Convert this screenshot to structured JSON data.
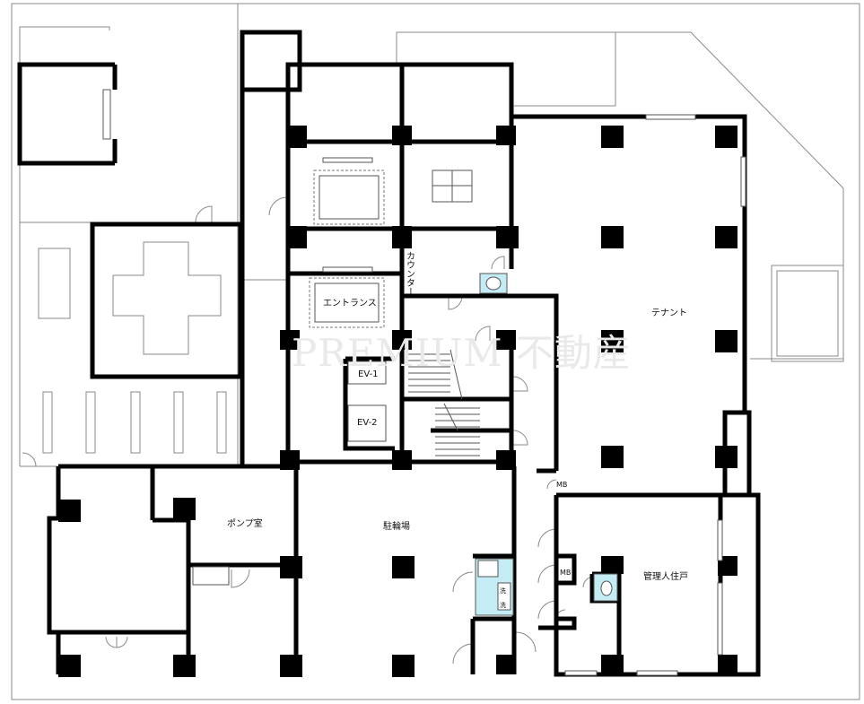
{
  "labels": {
    "tenant": "テナント",
    "entrance": "エントランス",
    "counter": "カウンター",
    "ev1": "EV-1",
    "ev2": "EV-2",
    "pump_room": "ポンプ室",
    "bicycle_parking": "駐輪場",
    "manager_residence": "管理人住戸",
    "mb1": "MB",
    "mb2": "MB",
    "wash1": "洗",
    "wash2": "洗"
  },
  "watermark": "PREMIUM 不動産"
}
